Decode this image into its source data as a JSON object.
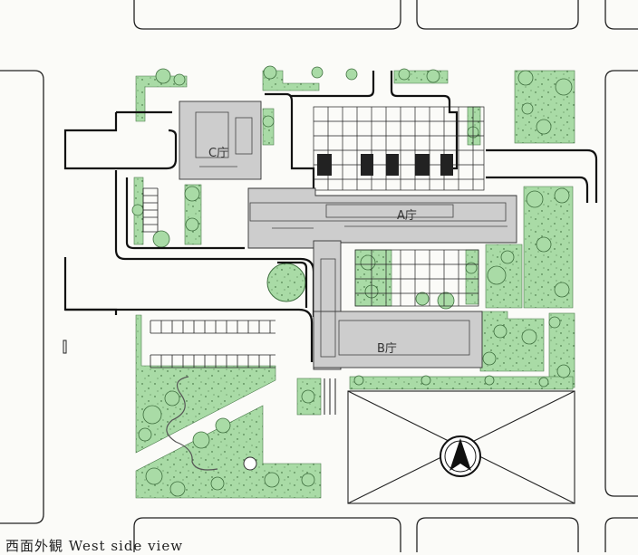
{
  "plan": {
    "labels": {
      "building_a": "A庁",
      "building_b": "B庁",
      "building_c": "C庁"
    },
    "caption": "西面外観  West side view"
  },
  "colors": {
    "green": "#a9dba6",
    "building": "#cdcdcd",
    "road": "#111111"
  },
  "icons": {
    "north_arrow": "north-arrow-icon"
  }
}
